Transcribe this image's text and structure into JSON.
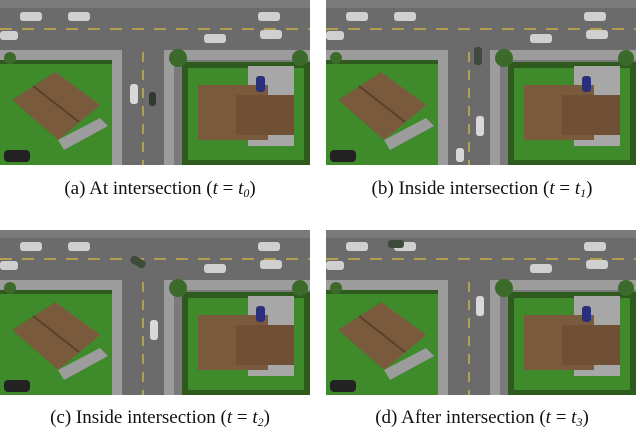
{
  "panels": [
    {
      "letter": "(a)",
      "text": "At intersection",
      "eq_left": "t",
      "eq_sym": "=",
      "eq_right": "t",
      "sub": "0",
      "open": "(",
      "close": ")"
    },
    {
      "letter": "(b)",
      "text": "Inside intersection",
      "eq_left": "t",
      "eq_sym": "=",
      "eq_right": "t",
      "sub": "1",
      "open": "(",
      "close": ")"
    },
    {
      "letter": "(c)",
      "text": "Inside intersection",
      "eq_left": "t",
      "eq_sym": "=",
      "eq_right": "t",
      "sub": "2",
      "open": "(",
      "close": ")"
    },
    {
      "letter": "(d)",
      "text": "After intersection",
      "eq_left": "t",
      "eq_sym": "=",
      "eq_right": "t",
      "sub": "3",
      "open": "(",
      "close": ")"
    }
  ],
  "colors": {
    "road": "#6b6b6b",
    "sidewalk": "#9c9c9c",
    "grass": "#3f8a2b",
    "roof": "#7a5a3c",
    "hedge": "#2f5a1e",
    "ego_car": "#d8d8d8"
  }
}
